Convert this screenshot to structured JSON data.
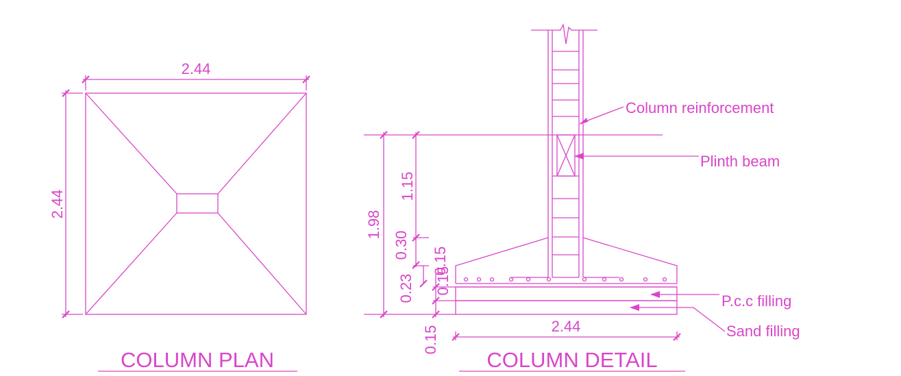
{
  "colors": {
    "line": "#d946c8",
    "background": "#ffffff"
  },
  "plan": {
    "title": "COLUMN PLAN",
    "width_dim": "2.44",
    "height_dim": "2.44"
  },
  "detail": {
    "title": "COLUMN DETAIL",
    "base_dim": "2.44",
    "dims": {
      "total": "1.98",
      "upper": "1.15",
      "pedestal": "0.30",
      "footing_top": "0.15",
      "footing_edge": "0.23",
      "pcc": "0.15",
      "sand": "0.15"
    },
    "labels": {
      "reinforcement": "Column reinforcement",
      "plinth": "Plinth beam",
      "pcc": "P.c.c filling",
      "sand": "Sand  filling"
    }
  }
}
